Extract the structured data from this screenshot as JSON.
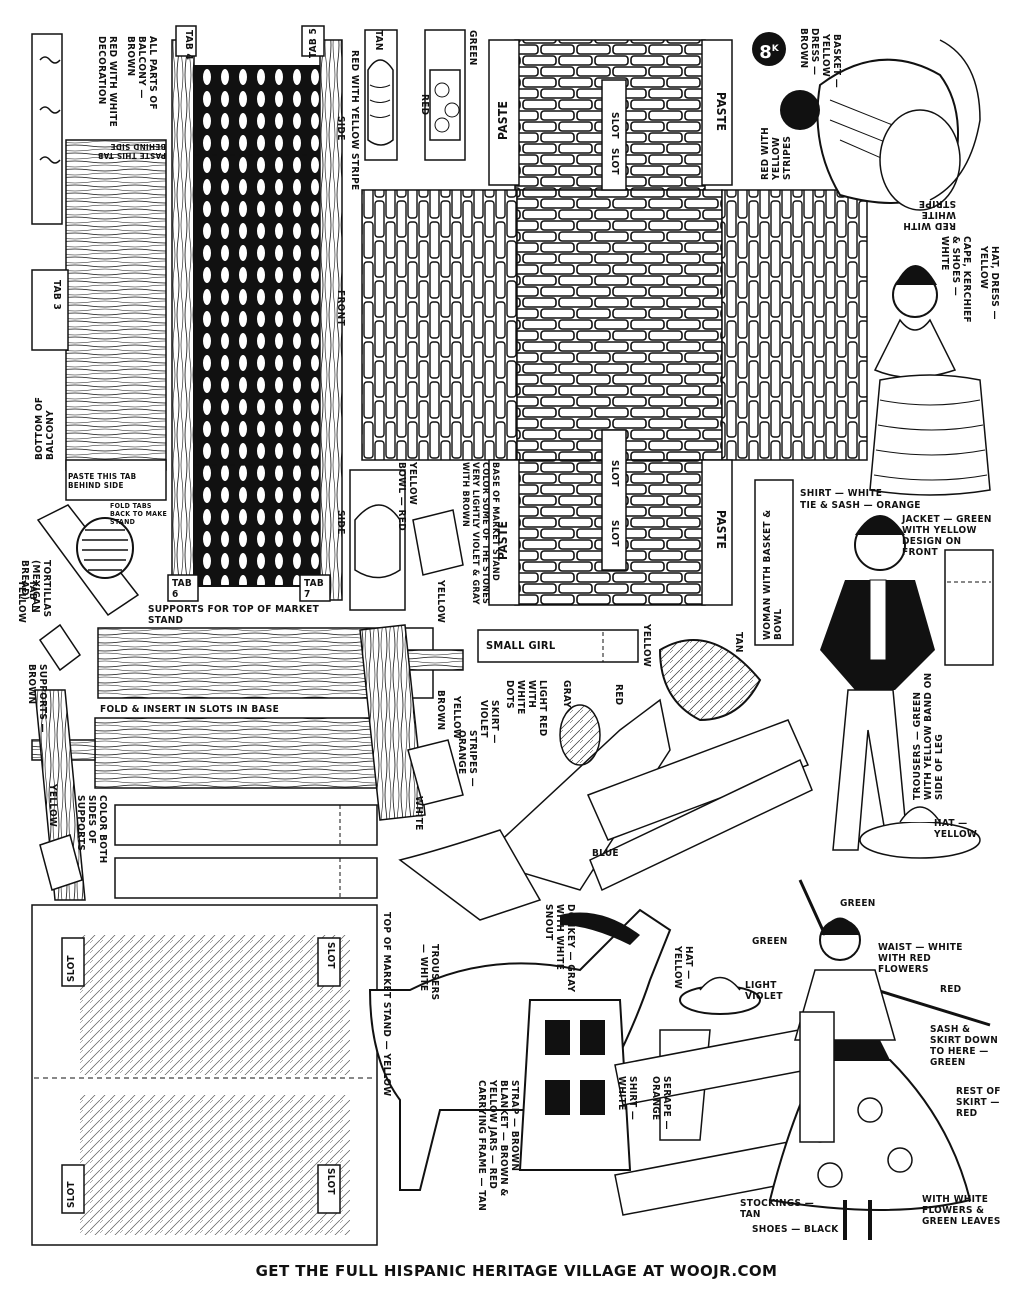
{
  "page_badge": {
    "number": "8",
    "suffix": "K"
  },
  "footer": "GET THE FULL HISPANIC HERITAGE VILLAGE AT WOOJR.COM",
  "balcony": {
    "note_colors": "ALL PARTS OF BALCONY — BROWN",
    "note_decoration": "RED WITH WHITE DECORATION",
    "tab4": "TAB 4",
    "tab5": "TAB 5",
    "tab3": "TAB 3",
    "tab6": "TAB 6",
    "tab7": "TAB 7",
    "paste_behind_top": "PASTE THIS TAB BEHIND SIDE",
    "paste_behind_bottom": "PASTE THIS TAB BEHIND SIDE",
    "bottom_label": "BOTTOM OF BALCONY",
    "side_stripe": "RED WITH YELLOW STRIPE",
    "side_label_1": "SIDE",
    "side_label_2": "SIDE",
    "front_label": "FRONT",
    "fold_note": "FOLD TABS BACK TO MAKE STAND"
  },
  "top_items": {
    "tan": "TAN",
    "green": "GREEN",
    "red": "RED"
  },
  "market_base": {
    "paste_tl": "PASTE",
    "paste_tr": "PASTE",
    "paste_bl": "PASTE",
    "paste_br": "PASTE",
    "slot_top_1": "SLOT",
    "slot_top_2": "SLOT",
    "slot_bottom_1": "SLOT",
    "slot_bottom_2": "SLOT",
    "color_note": "BASE OF MARKET STAND COLOR SOME OF THE STONES VERY LIGHTLY VIOLET & GRAY WITH BROWN",
    "bowl_note": "YELLOW BOWL — RED"
  },
  "woman_basket": {
    "dress": "DRESS — BROWN",
    "basket": "BASKET — YELLOW",
    "stripes": "RED WITH YELLOW STRIPES",
    "red_white": "RED WITH WHITE STRIPE",
    "tab_label": "WOMAN WITH BASKET & BOWL"
  },
  "woman_right": {
    "hat_dress": "HAT, DRESS — YELLOW",
    "cape": "CAPE, KERCHIEF & SHOES — WHITE"
  },
  "tortillas": {
    "label": "TORTILLAS (MEXICAN BREAD)",
    "tab": "TAB — YELLOW",
    "yellow": "YELLOW"
  },
  "supports": {
    "top_note": "SUPPORTS FOR TOP OF MARKET STAND",
    "side_note": "SUPPORTS — BROWN",
    "fold_note": "FOLD & INSERT IN SLOTS IN BASE",
    "color_note": "COLOR BOTH SIDES OF SUPPORTS",
    "yellow_1": "YELLOW",
    "yellow_2": "YELLOW",
    "brown": "BROWN",
    "yellow_3": "YELLOW"
  },
  "small_girl": {
    "tab_label": "SMALL GIRL",
    "yellow": "YELLOW",
    "tan": "TAN",
    "gray": "GRAY",
    "red": "RED",
    "light_red": "LIGHT RED WITH WHITE DOTS",
    "skirt": "SKIRT — VIOLET",
    "stripes": "STRIPES — ORANGE",
    "white": "WHITE",
    "blue": "BLUE"
  },
  "man": {
    "shirt": "SHIRT — WHITE",
    "tie": "TIE & SASH — ORANGE",
    "jacket": "JACKET — GREEN WITH YELLOW DESIGN ON FRONT",
    "trousers": "TROUSERS — GREEN WITH YELLOW BAND ON SIDE OF LEG",
    "hat": "HAT — YELLOW"
  },
  "market_top": {
    "slot_1": "SLOT",
    "slot_2": "SLOT",
    "slot_3": "SLOT",
    "slot_4": "SLOT",
    "label": "TOP OF MARKET STAND — YELLOW"
  },
  "donkey": {
    "donkey": "DONKEY — GRAY WITH WHITE SNOUT",
    "trousers": "TROUSERS — WHITE",
    "hat": "HAT — YELLOW",
    "serape": "SERAPE — ORANGE",
    "shirt": "SHIRT — WHITE",
    "strap": "STRAP — BROWN BLANKET — BROWN & YELLOW JARS — RED CARRYING FRAME — TAN"
  },
  "dancer": {
    "green_1": "GREEN",
    "green_2": "GREEN",
    "waist": "WAIST — WHITE WITH RED FLOWERS",
    "red": "RED",
    "light_violet": "LIGHT VIOLET",
    "sash": "SASH & SKIRT DOWN TO HERE — GREEN",
    "rest": "REST OF SKIRT — RED",
    "flowers": "WITH WHITE FLOWERS & GREEN LEAVES",
    "stockings": "STOCKINGS — TAN",
    "shoes": "SHOES — BLACK"
  }
}
